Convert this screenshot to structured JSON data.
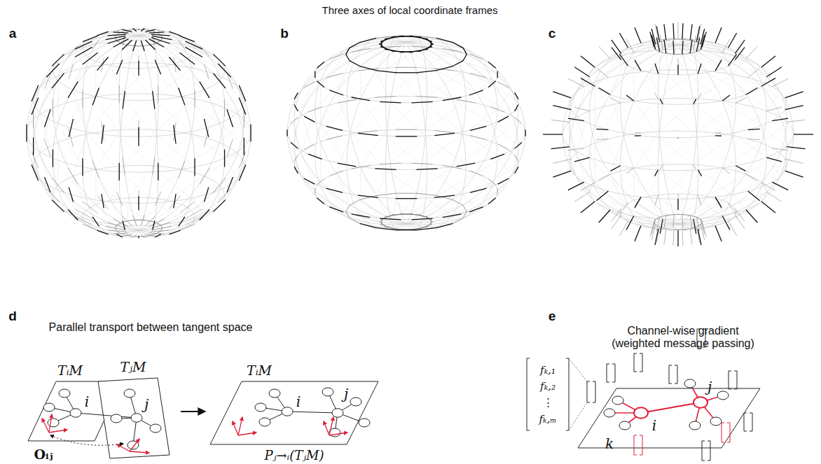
{
  "diagram": {
    "title": "Three axes of local coordinate frames",
    "labels": [
      "a",
      "b",
      "c",
      "d",
      "Parallel transport between tangent space",
      "e",
      "Channel-wise gradient (weighted message passing)",
      "TᵢM",
      "TⱼM",
      "i",
      "j",
      "Oᵢⱼ",
      "TᵢM",
      "i",
      "j",
      "Pⱼ→ᵢ(TⱼM)",
      "fₖ,₁",
      "fₖ,₂",
      "⋮",
      "fₖ,ₘ",
      "i",
      "j",
      "k"
    ]
  }
}
